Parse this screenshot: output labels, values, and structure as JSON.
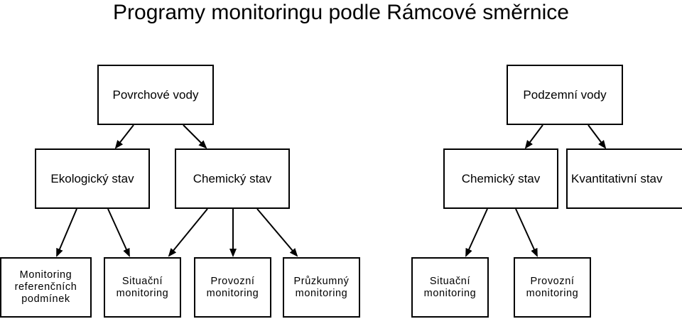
{
  "title": "Programy monitoringu podle Rámcové směrnice",
  "nodes": {
    "surface_water": "Povrchové vody",
    "ground_water": "Podzemní vody",
    "ecological_status": "Ekologický stav",
    "chemical_status_surface": "Chemický stav",
    "chemical_status_ground": "Chemický stav",
    "quantitative_status": "Kvantitativní stav",
    "reference_monitoring": "Monitoring\nreferenčních\npodmínek",
    "surveillance_monitoring_surface": "Situační\nmonitoring",
    "operational_monitoring_surface": "Provozní\nmonitoring",
    "investigative_monitoring": "Průzkumný\nmonitoring",
    "surveillance_monitoring_ground": "Situační\nmonitoring",
    "operational_monitoring_ground": "Provozní\nmonitoring"
  },
  "colors": {
    "line": "#000000",
    "box_fill": "#ffffff"
  }
}
